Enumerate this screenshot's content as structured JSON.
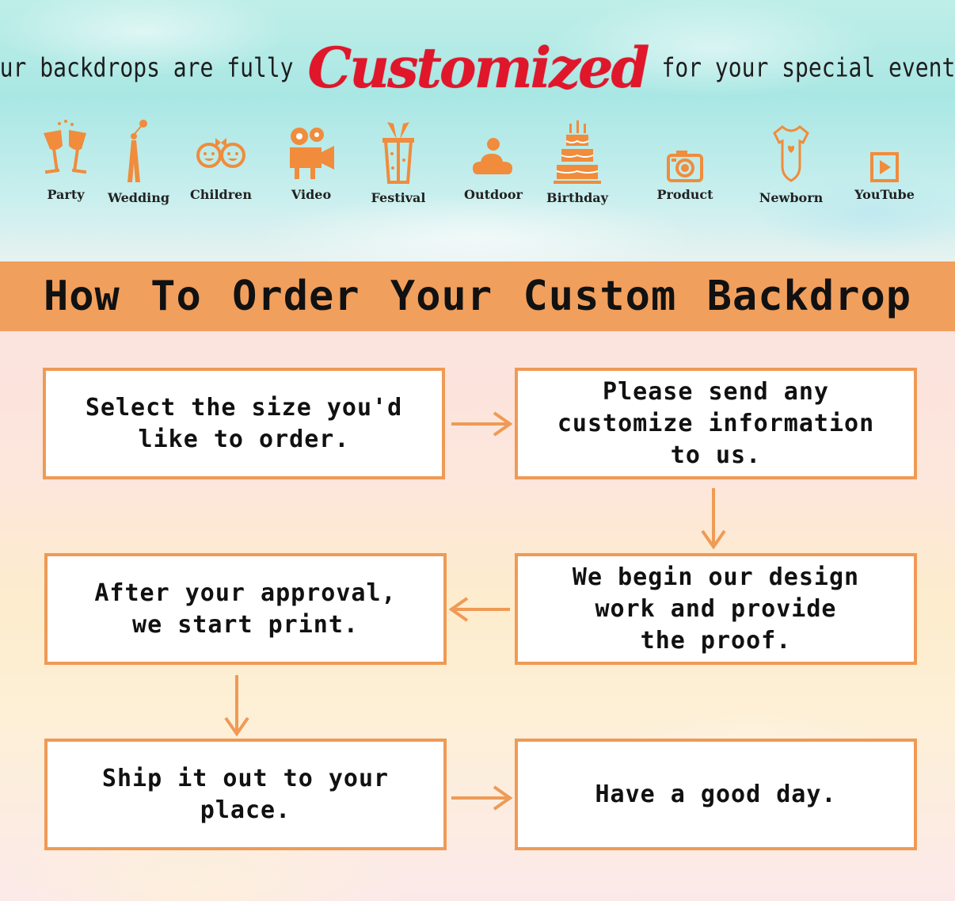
{
  "header": {
    "text_before": "Our backdrops are fully",
    "highlight": "Customized",
    "text_after": "for your special event:"
  },
  "events": [
    {
      "label": "Party",
      "icon": "wine-glasses-icon"
    },
    {
      "label": "Wedding",
      "icon": "couple-icon"
    },
    {
      "label": "Children",
      "icon": "kids-faces-icon"
    },
    {
      "label": "Video",
      "icon": "movie-camera-icon"
    },
    {
      "label": "Festival",
      "icon": "gift-box-icon"
    },
    {
      "label": "Outdoor",
      "icon": "cloud-icon"
    },
    {
      "label": "Birthday",
      "icon": "birthday-cake-icon"
    },
    {
      "label": "Product",
      "icon": "camera-icon"
    },
    {
      "label": "Newborn",
      "icon": "baby-bodysuit-icon"
    },
    {
      "label": "YouTube",
      "icon": "play-button-icon"
    }
  ],
  "banner": {
    "title": "How To Order Your Custom Backdrop"
  },
  "steps": [
    {
      "text": "Select the size you'd\nlike to order."
    },
    {
      "text": "Please send any\ncustomize information\nto us."
    },
    {
      "text": "We begin our design\nwork and provide\nthe proof."
    },
    {
      "text": "After your approval,\nwe start print."
    },
    {
      "text": "Ship it out to your\nplace."
    },
    {
      "text": "Have a good day."
    }
  ],
  "colors": {
    "accent": "#f19f5d",
    "icon": "#f08c3c",
    "highlight": "#e0162b",
    "border": "#ef9a55"
  }
}
